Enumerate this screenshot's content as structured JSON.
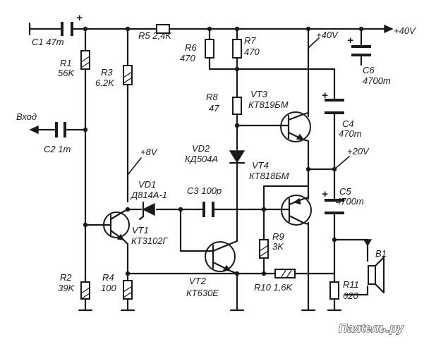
{
  "labels": {
    "c1": "C1 47m",
    "r1_name": "R1",
    "r1_value": "56K",
    "input": "Вход",
    "c2": "C2 1m",
    "r2_name": "R2",
    "r2_value": "39K",
    "r3_name": "R3",
    "r3_value": "6.2K",
    "r4_name": "R4",
    "r4_value": "100",
    "r5": "R5 2,4K",
    "r6_name": "R6",
    "r6_value": "470",
    "r7_name": "R7",
    "r7_value": "470",
    "r8_name": "R8",
    "r8_value": "47",
    "r9_name": "R9",
    "r9_value": "3K",
    "r10": "R10 1,6K",
    "r11_name": "R11",
    "r11_value": "620",
    "vd1_name": "VD1",
    "vd1_part": "Д814А-1",
    "vd2_name": "VD2",
    "vd2_part": "КД504А",
    "vt1_name": "VT1",
    "vt1_part": "КТ3102Г",
    "vt2_name": "VT2",
    "vt2_part": "КТ630Е",
    "vt3_name": "VT3",
    "vt3_part": "КТ819БМ",
    "vt4_name": "VT4",
    "vt4_part": "КТ818БМ",
    "c3": "C3 100p",
    "c4_name": "C4",
    "c4_value": "470m",
    "c5_name": "C5",
    "c5_value": "4700m",
    "c6_name": "C6",
    "c6_value": "4700m",
    "b1": "B1",
    "v8": "+8V",
    "v40_collector": "+40V",
    "v40_rail": "+40V",
    "v20": "+20V",
    "watermark": "Паяtель.ру",
    "plus": "+"
  }
}
